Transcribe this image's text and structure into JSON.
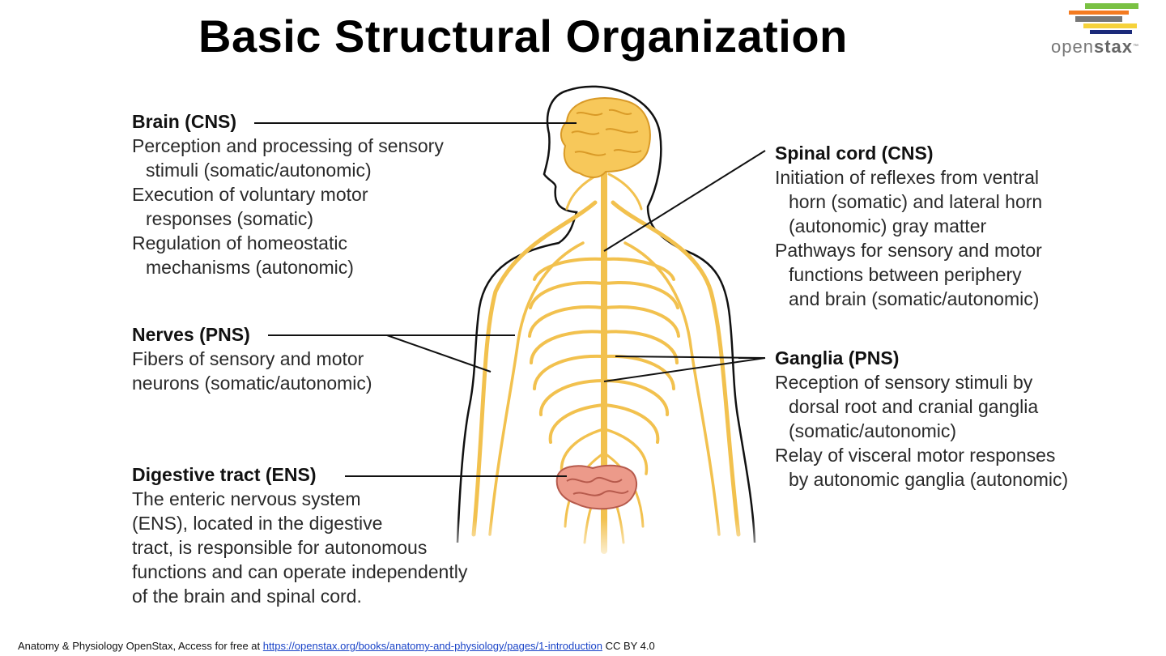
{
  "title": "Basic Structural Organization",
  "logo": {
    "word_light": "open",
    "word_bold": "stax",
    "tm": "™"
  },
  "labels": {
    "brain": {
      "title": "Brain (CNS)",
      "lines": [
        "Perception and processing of sensory",
        "stimuli (somatic/autonomic)",
        "Execution of voluntary motor",
        "responses (somatic)",
        "Regulation of homeostatic",
        "mechanisms (autonomic)"
      ]
    },
    "nerves": {
      "title": "Nerves (PNS)",
      "lines": [
        "Fibers of sensory and motor",
        "neurons (somatic/autonomic)"
      ]
    },
    "digestive": {
      "title": "Digestive tract (ENS)",
      "lines": [
        "The enteric nervous system",
        "(ENS), located in the digestive",
        "tract, is responsible for autonomous",
        "functions and can operate independently",
        "of the brain and spinal cord."
      ]
    },
    "spinal": {
      "title": "Spinal cord (CNS)",
      "lines": [
        "Initiation of reflexes from ventral",
        "horn (somatic) and lateral horn",
        "(autonomic) gray matter",
        "Pathways for sensory and motor",
        "functions between periphery",
        "and brain (somatic/autonomic)"
      ]
    },
    "ganglia": {
      "title": "Ganglia (PNS)",
      "lines": [
        "Reception of sensory stimuli by",
        "dorsal root and cranial ganglia",
        "(somatic/autonomic)",
        "Relay of visceral motor responses",
        "by autonomic ganglia (autonomic)"
      ]
    }
  },
  "footer": {
    "prefix": "Anatomy & Physiology OpenStax, Access for free at",
    "link": "https://openstax.org/books/anatomy-and-physiology/pages/1-introduction",
    "suffix": "CC BY 4.0"
  }
}
